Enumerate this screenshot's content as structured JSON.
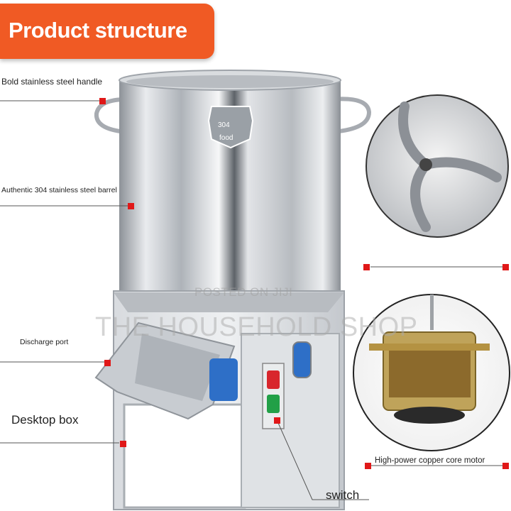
{
  "banner": {
    "title": "Product structure"
  },
  "labels": {
    "handle": "Bold stainless steel handle",
    "barrel": "Authentic 304 stainless steel barrel",
    "discharge": "Discharge port",
    "desktop": "Desktop box",
    "motor": "High-power copper core motor",
    "switch": "switch"
  },
  "badge": {
    "number": "304",
    "word": "food"
  },
  "watermark": {
    "line1": "POSTED ON JIJI",
    "line2": "THE HOUSEHOLD SHOP"
  },
  "colors": {
    "accent": "#f05a24",
    "marker": "#e01818",
    "steel": "#c9ccd0"
  }
}
